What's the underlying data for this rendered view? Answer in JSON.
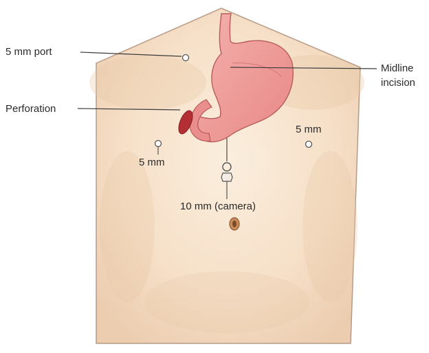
{
  "labels": {
    "port_5mm_top": "5 mm port",
    "perforation": "Perforation",
    "midline_line1": "Midline",
    "midline_line2": "incision",
    "port_5mm_right": "5 mm",
    "port_5mm_left": "5 mm",
    "camera": "10 mm (camera)"
  },
  "colors": {
    "skin": "#f6e0c8",
    "skin_shadow": "#e9c8a6",
    "outline": "#b79a86",
    "stomach_fill": "#ef9a98",
    "stomach_edge": "#b85a5a",
    "perforation": "#b32f34",
    "leader": "#3a3a3a"
  }
}
